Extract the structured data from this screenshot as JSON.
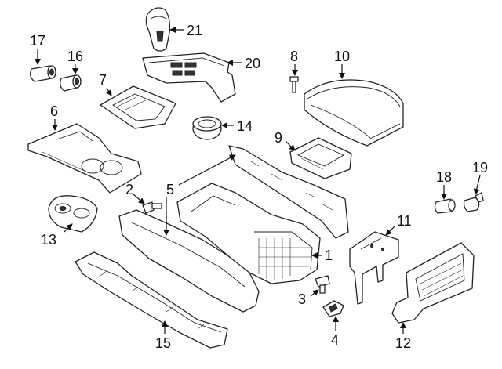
{
  "colors": {
    "line": "#222222",
    "background": "#ffffff",
    "text": "#111111"
  },
  "callouts": {
    "c1": "1",
    "c2": "2",
    "c3": "3",
    "c4": "4",
    "c5": "5",
    "c6": "6",
    "c7": "7",
    "c8": "8",
    "c9": "9",
    "c10": "10",
    "c11": "11",
    "c12": "12",
    "c13": "13",
    "c14": "14",
    "c15": "15",
    "c16": "16",
    "c17": "17",
    "c18": "18",
    "c19": "19",
    "c20": "20",
    "c21": "21"
  }
}
